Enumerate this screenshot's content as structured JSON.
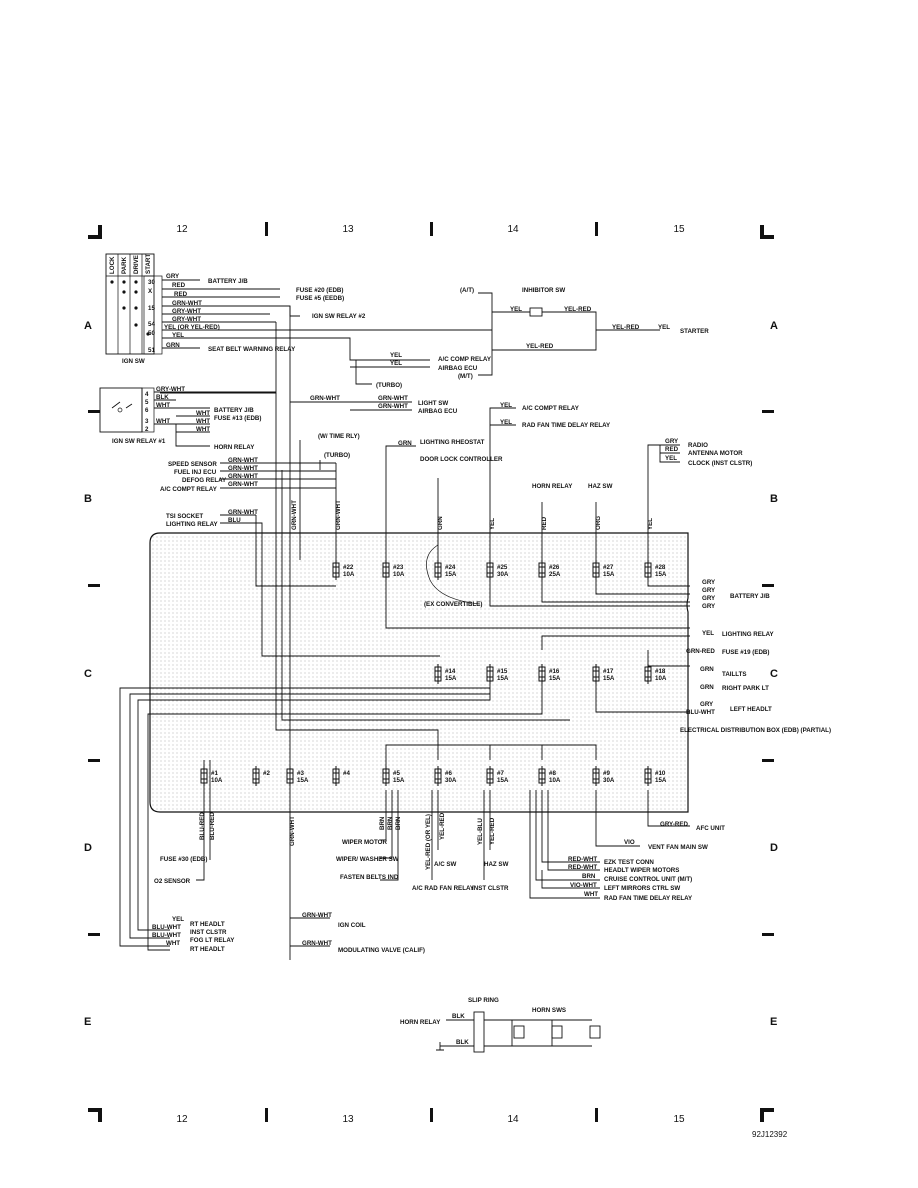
{
  "grid": {
    "columns": [
      "12",
      "13",
      "14",
      "15"
    ],
    "rows": [
      "A",
      "B",
      "C",
      "D",
      "E"
    ]
  },
  "figure_id": "92J12392",
  "ign_sw": {
    "label": "IGN SW",
    "positions": [
      "LOCK",
      "PARK",
      "DRIVE",
      "START"
    ],
    "terminals": [
      "30",
      "X",
      "15",
      "54",
      "50",
      "51"
    ],
    "wires": [
      {
        "color": "GRY",
        "dest": "BATTERY J/B"
      },
      {
        "color": "RED",
        "dest": "FUSE #20 (EDB)"
      },
      {
        "color": "RED",
        "dest": "FUSE #5 (EEDB)"
      },
      {
        "color": "GRN-WHT",
        "dest": "IGN SW RELAY #2"
      },
      {
        "color": "GRY-WHT",
        "dest": ""
      },
      {
        "color": "GRY-WHT",
        "dest": ""
      },
      {
        "color": "YEL (OR YEL-RED)",
        "dest": ""
      },
      {
        "color": "YEL",
        "dest": ""
      },
      {
        "color": "GRN",
        "dest": "SEAT BELT WARNING RELAY"
      }
    ]
  },
  "ign_relay": {
    "label": "IGN SW RELAY #1",
    "terminals": [
      "4",
      "5",
      "6",
      "3",
      "2"
    ],
    "wires": [
      {
        "color": "GRY-WHT",
        "dest": ""
      },
      {
        "color": "BLK",
        "dest": ""
      },
      {
        "color": "WHT",
        "dest": "BATTERY J/B"
      },
      {
        "color": "WHT",
        "dest": "FUSE #13 (EDB)"
      },
      {
        "color": "WHT",
        "dest": ""
      },
      {
        "color": "WHT",
        "dest": "HORN RELAY"
      }
    ]
  },
  "top_right": {
    "at": "(A/T)",
    "mt": "(M/T)",
    "inhibitor": "INHIBITOR SW",
    "yel": "YEL",
    "yel_red": "YEL-RED",
    "starter": "STARTER",
    "ac_comp_relay": "A/C COMP RELAY",
    "airbag": "AIRBAG ECU",
    "turbo": "(TURBO)",
    "light_sw": "LIGHT SW",
    "airbag2": "AIRBAG ECU",
    "grn_wht": "GRN-WHT",
    "ac_compt_relay": "A/C COMPT RELAY",
    "rad_fan": "RAD FAN TIME DELAY RELAY",
    "radio": "RADIO",
    "antenna": "ANTENNA MOTOR",
    "clock": "CLOCK (INST CLSTR)",
    "gry": "GRY",
    "red": "RED"
  },
  "left_mid": {
    "w_time_rly": "(W/ TIME RLY)",
    "turbo": "(TURBO)",
    "items": [
      "SPEED SENSOR",
      "FUEL INJ ECU",
      "DEFOG RELAY",
      "A/C COMPT RELAY"
    ],
    "tsi_socket": "TSI SOCKET",
    "lighting_relay": "LIGHTING RELAY",
    "lighting_rheostat": "LIGHTING RHEOSTAT",
    "door_lock": "DOOR LOCK CONTROLLER",
    "horn_relay": "HORN RELAY",
    "haz_sw": "HAZ SW",
    "blu": "BLU",
    "grn": "GRN"
  },
  "edb": {
    "label": "ELECTRICAL DISTRIBUTION BOX (EDB) (PARTIAL)",
    "ex_convertible": "(EX CONVERTIBLE)",
    "fuses_row1": [
      {
        "num": "#22",
        "amp": "10A"
      },
      {
        "num": "#23",
        "amp": "10A"
      },
      {
        "num": "#24",
        "amp": "15A"
      },
      {
        "num": "#25",
        "amp": "30A"
      },
      {
        "num": "#26",
        "amp": "25A"
      },
      {
        "num": "#27",
        "amp": "15A"
      },
      {
        "num": "#28",
        "amp": "15A"
      }
    ],
    "fuses_row2": [
      {
        "num": "#14",
        "amp": "15A"
      },
      {
        "num": "#15",
        "amp": "15A"
      },
      {
        "num": "#16",
        "amp": "15A"
      },
      {
        "num": "#17",
        "amp": "15A"
      },
      {
        "num": "#18",
        "amp": "10A"
      }
    ],
    "fuses_row3": [
      {
        "num": "#1",
        "amp": "10A"
      },
      {
        "num": "#2",
        "amp": ""
      },
      {
        "num": "#3",
        "amp": "15A"
      },
      {
        "num": "#4",
        "amp": ""
      },
      {
        "num": "#5",
        "amp": "15A"
      },
      {
        "num": "#6",
        "amp": "30A"
      },
      {
        "num": "#7",
        "amp": "15A"
      },
      {
        "num": "#8",
        "amp": "10A"
      },
      {
        "num": "#9",
        "amp": "30A"
      },
      {
        "num": "#10",
        "amp": "15A"
      }
    ],
    "top_wire_colors": [
      "GRN-WHT",
      "GRN-WHT",
      "GRN",
      "YEL",
      "RED",
      "ORG",
      "YEL"
    ]
  },
  "right_mid": {
    "battery_jb": "BATTERY J/B",
    "lighting_relay": "LIGHTING RELAY",
    "fuse19": "FUSE #19 (EDB)",
    "taillts": "TAILLTS",
    "right_park": "RIGHT PARK LT",
    "left_headlt": "LEFT HEADLT",
    "yel": "YEL",
    "grn_red": "GRN-RED",
    "grn": "GRN",
    "gry": "GRY",
    "blu_wht": "BLU-WHT"
  },
  "bottom_right": {
    "afc": "AFC UNIT",
    "gry_red": "GRY-RED",
    "vent_fan": "VENT FAN MAIN SW",
    "vio": "VIO",
    "items": [
      {
        "color": "RED-WHT",
        "dest": "EZK TEST CONN"
      },
      {
        "color": "RED-WHT",
        "dest": "HEADLT WIPER MOTORS"
      },
      {
        "color": "BRN",
        "dest": "CRUISE CONTROL UNIT (M/T)"
      },
      {
        "color": "VIO-WHT",
        "dest": "LEFT MIRRORS CTRL SW"
      },
      {
        "color": "WHT",
        "dest": "RAD FAN TIME DELAY RELAY"
      }
    ]
  },
  "bottom_left": {
    "fuse30": "FUSE #30 (EDB)",
    "o2": "O2 SENSOR",
    "wiper_motor": "WIPER MOTOR",
    "washer": "WIPER/ WASHER SW",
    "fasten": "FASTEN BELTS IND",
    "ac_sw": "A/C SW",
    "ac_rad": "A/C RAD FAN RELAY",
    "haz": "HAZ SW",
    "inst": "INST CLSTR",
    "grn_wht": "GRN-WHT",
    "blu_red": "BLU-RED",
    "brn": "BRN",
    "yel_red_or_yel": "YEL-RED (OR YEL)",
    "yel_red": "YEL-RED",
    "yel_blu": "YEL-BLU",
    "lower_items": [
      {
        "color": "YEL",
        "dest": "RT HEADLT"
      },
      {
        "color": "BLU-WHT",
        "dest": "INST CLSTR"
      },
      {
        "color": "BLU-WHT",
        "dest": "FOG LT RELAY"
      },
      {
        "color": "WHT",
        "dest": "RT HEADLT"
      }
    ],
    "ign_coil": "IGN COIL",
    "mod_valve": "MODULATING VALVE (CALIF)"
  },
  "horn": {
    "slip_ring": "SLIP RING",
    "horn_sws": "HORN SWS",
    "horn_relay": "HORN RELAY",
    "blk": "BLK"
  }
}
